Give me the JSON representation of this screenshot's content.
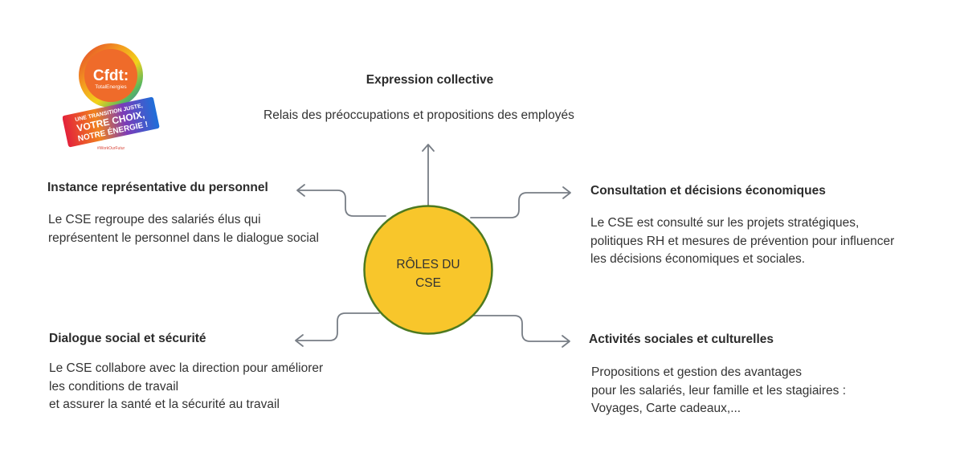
{
  "logo": {
    "brand": "Cfdt:",
    "sub": "TotalEnergies",
    "slogan_line1": "UNE TRANSITION JUSTE,",
    "slogan_line2": "VOTRE CHOIX,",
    "slogan_line3": "NOTRE ÉNERGIE !",
    "hashtag": "#WorkOurFutur"
  },
  "center": {
    "line1": "RÔLES DU",
    "line2": "CSE",
    "fill": "#f8c62b",
    "stroke": "#4d7a1f"
  },
  "nodes": {
    "top": {
      "title": "Expression collective",
      "lines": [
        "Relais des préoccupations et propositions des employés"
      ]
    },
    "upper_left": {
      "title": "Instance représentative du personnel",
      "lines": [
        "Le CSE regroupe des salariés élus qui",
        "représentent le personnel dans le dialogue social"
      ]
    },
    "upper_right": {
      "title": "Consultation et décisions économiques",
      "lines": [
        "Le CSE est consulté sur les projets stratégiques,",
        "politiques RH et mesures de prévention pour influencer",
        "les décisions économiques et sociales."
      ]
    },
    "lower_left": {
      "title": "Dialogue social et sécurité",
      "lines": [
        "Le CSE collabore avec la direction pour améliorer",
        "les conditions de travail",
        "et assurer la santé et la sécurité au travail"
      ]
    },
    "lower_right": {
      "title": "Activités sociales et culturelles",
      "lines": [
        "Propositions et gestion des avantages",
        "pour les salariés, leur famille et les stagiaires :",
        "Voyages, Carte cadeaux,..."
      ]
    }
  },
  "connector_color": "#777d85"
}
